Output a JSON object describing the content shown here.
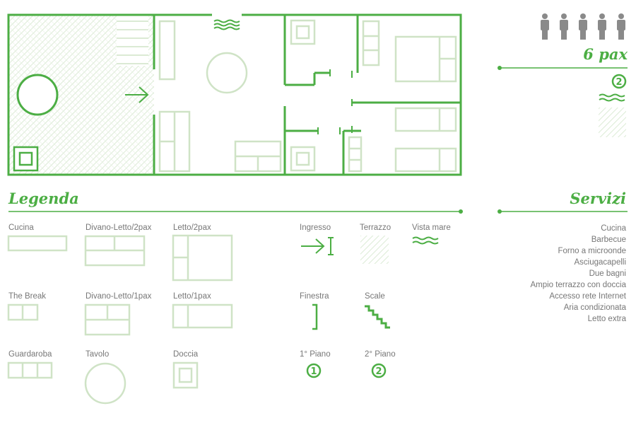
{
  "guests": {
    "count_label": "6 pax",
    "people_icons": 5
  },
  "floor_badge": "2",
  "legend": {
    "title": "Legenda",
    "items": [
      {
        "key": "cucina",
        "label": "Cucina"
      },
      {
        "key": "divano2",
        "label": "Divano-Letto/2pax"
      },
      {
        "key": "letto2",
        "label": "Letto/2pax"
      },
      {
        "key": "thebreak",
        "label": "The Break"
      },
      {
        "key": "divano1",
        "label": "Divano-Letto/1pax"
      },
      {
        "key": "letto1",
        "label": "Letto/1pax"
      },
      {
        "key": "guardaroba",
        "label": "Guardaroba"
      },
      {
        "key": "tavolo",
        "label": "Tavolo"
      },
      {
        "key": "doccia",
        "label": "Doccia"
      },
      {
        "key": "ingresso",
        "label": "Ingresso"
      },
      {
        "key": "terrazzo",
        "label": "Terrazzo"
      },
      {
        "key": "vistamare",
        "label": "Vista mare"
      },
      {
        "key": "finestra",
        "label": "Finestra"
      },
      {
        "key": "scale",
        "label": "Scale"
      },
      {
        "key": "piano1",
        "label": "1° Piano"
      },
      {
        "key": "piano2",
        "label": "2° Piano"
      }
    ],
    "floor1_badge": "1",
    "floor2_badge": "2"
  },
  "services": {
    "title": "Servizi",
    "items": [
      "Cucina",
      "Barbecue",
      "Forno a microonde",
      "Asciugacapelli",
      "Due bagni",
      "Ampio terrazzo con doccia",
      "Accesso rete Internet",
      "Aria condizionata",
      "Letto extra"
    ]
  },
  "colors": {
    "wall": "#4cae44",
    "furniture": "#cfe3c6",
    "text": "#777777",
    "people": "#8a8a8a",
    "hatch": "#dcebd6"
  }
}
